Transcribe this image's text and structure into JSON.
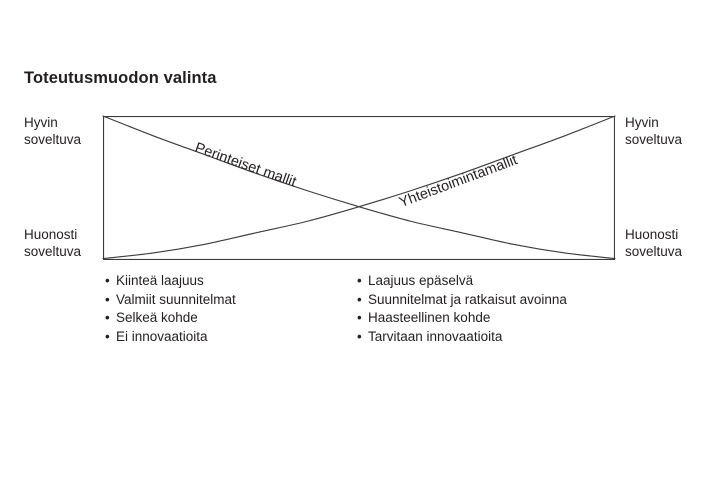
{
  "figure": {
    "title": "Toteutusmuodon valinta",
    "background_color": "#ffffff",
    "text_color": "#231f20",
    "line_color": "#3c3c3c"
  },
  "axis_labels": {
    "left_top": {
      "line1": "Hyvin",
      "line2": "soveltuva"
    },
    "left_bottom": {
      "line1": "Huonosti",
      "line2": "soveltuva"
    },
    "right_top": {
      "line1": "Hyvin",
      "line2": "soveltuva"
    },
    "right_bottom": {
      "line1": "Huonosti",
      "line2": "soveltuva"
    }
  },
  "curves": {
    "traditional": {
      "caption": "Perinteiset mallit"
    },
    "collaborative": {
      "caption": "Yhteistoimintamallit"
    }
  },
  "bullets": {
    "left": [
      "Kiinteä laajuus",
      "Valmiit suunnitelmat",
      "Selkeä kohde",
      "Ei innovaatioita"
    ],
    "right": [
      "Laajuus epäselvä",
      "Suunnitelmat ja ratkaisut avoinna",
      "Haasteellinen kohde",
      "Tarvitaan innovaatioita"
    ],
    "marker": "•"
  },
  "chart_data": {
    "type": "line",
    "title": "Toteutusmuodon valinta",
    "xlabel": "",
    "ylabel": "",
    "grid": false,
    "legend": "inline-curve-labels",
    "xlim": [
      0,
      1
    ],
    "ylim": [
      0,
      1
    ],
    "y_tick_labels": [
      "Hyvin soveltuva",
      "Huonosti soveltuva"
    ],
    "y_tick_values": [
      1,
      0
    ],
    "series": [
      {
        "name": "Perinteiset mallit",
        "x": [
          0.0,
          0.1,
          0.2,
          0.3,
          0.4,
          0.5,
          0.6,
          0.7,
          0.8,
          0.9,
          1.0
        ],
        "y": [
          1.0,
          0.86,
          0.73,
          0.6,
          0.48,
          0.37,
          0.27,
          0.19,
          0.11,
          0.05,
          0.01
        ]
      },
      {
        "name": "Yhteistoimintamallit",
        "x": [
          0.0,
          0.1,
          0.2,
          0.3,
          0.4,
          0.5,
          0.6,
          0.7,
          0.8,
          0.9,
          1.0
        ],
        "y": [
          0.01,
          0.05,
          0.11,
          0.19,
          0.27,
          0.37,
          0.48,
          0.6,
          0.73,
          0.86,
          1.0
        ]
      }
    ],
    "annotations": [
      {
        "text": "Perinteiset mallit",
        "x": 0.26,
        "y": 0.62,
        "rotation": -19.5
      },
      {
        "text": "Yhteistoimintamallit",
        "x": 0.7,
        "y": 0.62,
        "rotation": 20.5
      }
    ]
  }
}
